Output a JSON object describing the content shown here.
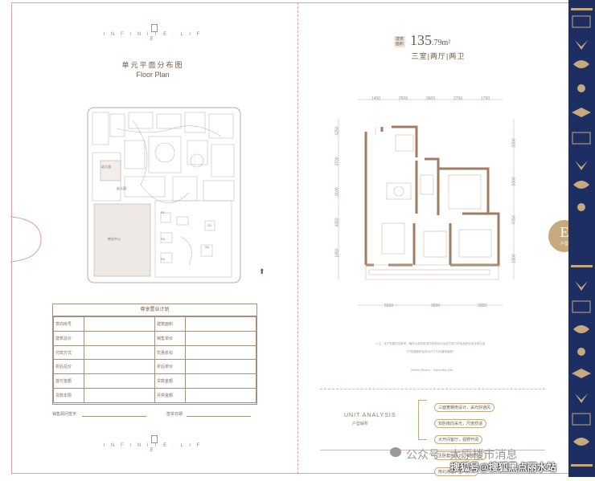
{
  "left": {
    "brand_top": "I N F I N I T E · L I F E",
    "title_cn": "单元平面分布图",
    "title_en": "Floor Plan",
    "site_label_a": "幼儿园",
    "site_label_b": "商业中心",
    "bldg_labels": [
      "S1",
      "S2",
      "S3",
      "S4",
      "S5"
    ],
    "form_title": "尊享置业计划",
    "form_rows": [
      [
        "意向房号",
        "",
        "建筑面积",
        ""
      ],
      [
        "建筑总价",
        "",
        "销售单价",
        ""
      ],
      [
        "付款方式",
        "",
        "优惠折扣",
        ""
      ],
      [
        "折后总价",
        "",
        "折后单价",
        ""
      ],
      [
        "首付金额",
        "",
        "贷款金额",
        ""
      ],
      [
        "贷款年限",
        "",
        "月供金额",
        ""
      ]
    ],
    "consultant_label": "销售顾问签字",
    "date_label": "签单日期",
    "brand_bottom": "I N F I N I T E · L I F E"
  },
  "right": {
    "area_label_top": "建筑",
    "area_label_bottom": "面积",
    "area_value": "135",
    "area_decimal": ".79m²",
    "layout": "三室|两厅|两卫",
    "dims_top": [
      "1450",
      "2500",
      "3600",
      "2750",
      "1750"
    ],
    "dims_bottom": [
      "5600",
      "3600",
      "3300"
    ],
    "dims_left": [
      "4250",
      "3700",
      "3100",
      "4350",
      "1850"
    ],
    "dims_right": [
      "2000",
      "3300",
      "4750",
      "1800"
    ],
    "badge_letter": "E",
    "badge_sub": "户型",
    "note_line1": "※注：本户型图仅供参考，最终以政府批准的规划设计及双方签订的商品房买卖合同为准",
    "note_line2": "（户型图面积及所示尺寸均为建筑面积）",
    "sub_brand": "Infinite Beach · Superstar Life",
    "ua_title": "UNIT ANALYSIS",
    "ua_sub": "户型解析",
    "features": [
      "三面宽朝南设计，采光好通风",
      "双卧南向采光，尺度舒适",
      "大开间客厅，视野开阔",
      "主卧套房设计，私密性强",
      "南北通透，空气对流"
    ],
    "watermark": "公众号 · 太原楼市消息",
    "watermark2": "搜狐号@搜狐黑点丽水站"
  },
  "colors": {
    "wall": "#a07d62",
    "text": "#6f5a4a",
    "navy": "#1d2e63",
    "gold": "#c7a97f",
    "pink_line": "#d9a0a6"
  }
}
